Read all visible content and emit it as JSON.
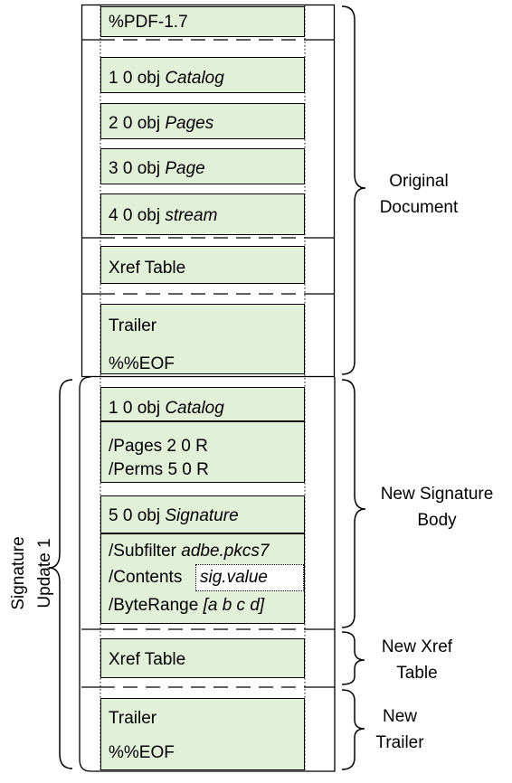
{
  "original": {
    "header": "%PDF-1.7",
    "objects": [
      {
        "prefix": "1 0 obj ",
        "name": "Catalog"
      },
      {
        "prefix": "2 0 obj ",
        "name": "Pages"
      },
      {
        "prefix": "3 0 obj ",
        "name": "Page"
      },
      {
        "prefix": "4 0 obj ",
        "name": "stream"
      }
    ],
    "xref": "Xref Table",
    "trailer": "Trailer",
    "eof": "%%EOF"
  },
  "update": {
    "catalog": {
      "prefix": "1 0 obj ",
      "name": "Catalog"
    },
    "catalog_entries": [
      "/Pages 2 0 R",
      "/Perms 5 0 R"
    ],
    "signature": {
      "prefix": "5 0 obj ",
      "name": "Signature"
    },
    "subfilter": {
      "key": "/Subfilter ",
      "value": "adbe.pkcs7"
    },
    "contents": {
      "key": "/Contents",
      "value": "sig.value"
    },
    "byterange": {
      "key": "/ByteRange ",
      "value": "[a b c d]"
    },
    "xref": "Xref Table",
    "trailer": "Trailer",
    "eof": "%%EOF"
  },
  "labels": {
    "original_line1": "Original",
    "original_line2": "Document",
    "sigbody_line1": "New Signature",
    "sigbody_line2": "Body",
    "xref_line1": "New Xref",
    "xref_line2": "Table",
    "trailer_line1": "New",
    "trailer_line2": "Trailer",
    "side_line1": "Signature",
    "side_line2": "Update 1"
  }
}
